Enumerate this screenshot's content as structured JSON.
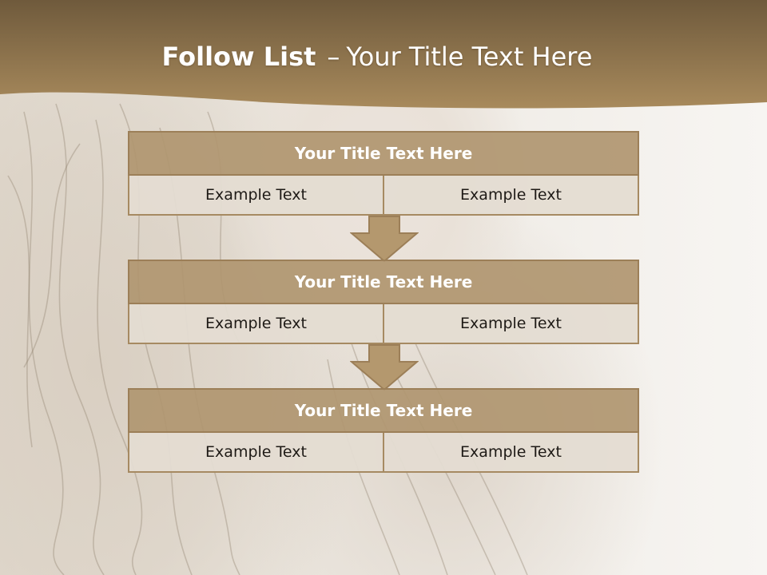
{
  "slide": {
    "title_strong": "Follow List",
    "title_separator": "–",
    "title_rest": "Your Title Text Here"
  },
  "colors": {
    "banner_dark": "#6f5a3c",
    "banner_light": "#a88a5c",
    "block_title_fill": "#b09670",
    "block_border": "#9c7f58",
    "cell_fill": "#e4dcd2",
    "arrow_fill": "#b4986e"
  },
  "steps": [
    {
      "title": "Your Title Text Here",
      "left": "Example Text",
      "right": "Example Text"
    },
    {
      "title": "Your Title Text Here",
      "left": "Example Text",
      "right": "Example Text"
    },
    {
      "title": "Your Title Text Here",
      "left": "Example Text",
      "right": "Example Text"
    }
  ],
  "connectors": [
    {
      "icon": "down-arrow-icon"
    },
    {
      "icon": "down-arrow-icon"
    }
  ]
}
